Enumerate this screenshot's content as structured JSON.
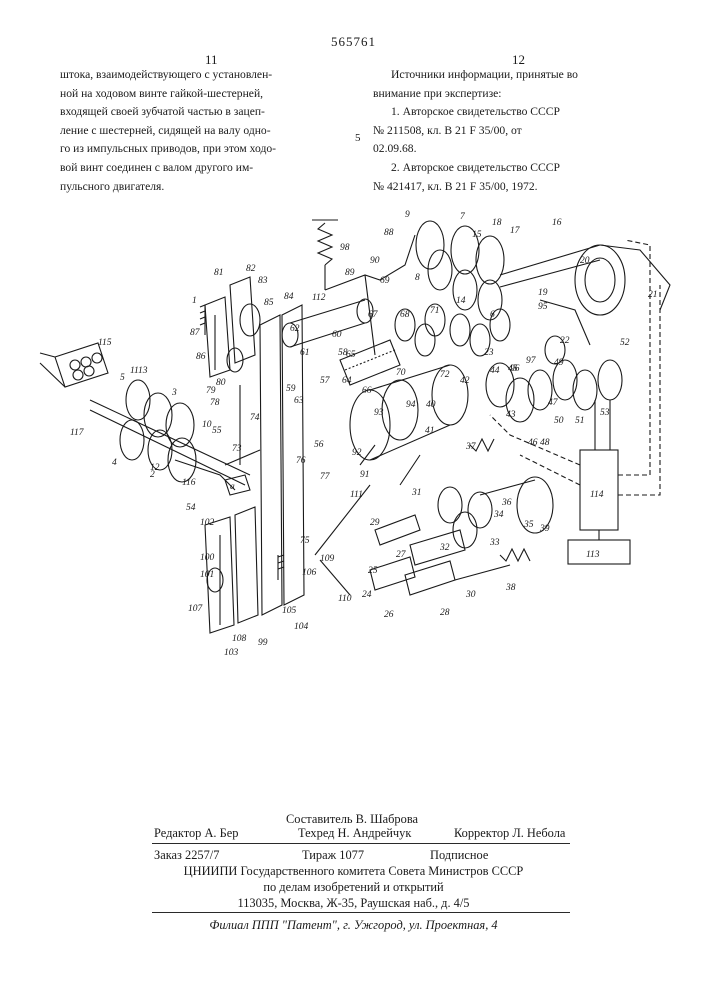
{
  "header": {
    "patent_number": "565761",
    "col_left": "11",
    "col_right": "12"
  },
  "left_text": [
    "штока, взаимодействующего с установлен-",
    "ной на ходовом винте гайкой-шестерней,",
    "входящей своей зубчатой частью в зацеп-",
    "ление с шестерней, сидящей на валу одно-",
    "го из импульсных приводов, при этом ходо-",
    "вой винт соединен с валом другого им-",
    "пульсного двигателя."
  ],
  "right_text": {
    "heading_1": "Источники информации, принятые во",
    "heading_2": "внимание при экспертизе:",
    "ref1_a": "1. Авторское свидетельство СССР",
    "ref1_b": "№ 211508, кл. В 21 F 35/00, от",
    "ref1_c": "02.09.68.",
    "ref2_a": "2. Авторское свидетельство СССР",
    "ref2_b": "№ 421417, кл. В 21 F 35/00, 1972."
  },
  "margin_mark": "5",
  "figure_labels": [
    "1",
    "2",
    "3",
    "4",
    "5",
    "6",
    "7",
    "8",
    "9",
    "10",
    "11",
    "12",
    "13",
    "14",
    "15",
    "16",
    "17",
    "18",
    "19",
    "20",
    "21",
    "22",
    "23",
    "24",
    "25",
    "26",
    "27",
    "28",
    "29",
    "30",
    "31",
    "32",
    "33",
    "34",
    "35",
    "36",
    "37",
    "38",
    "39",
    "40",
    "41",
    "42",
    "43",
    "44",
    "45",
    "46",
    "47",
    "48",
    "49",
    "50",
    "51",
    "52",
    "53",
    "54",
    "55",
    "56",
    "57",
    "58",
    "59",
    "60",
    "61",
    "62",
    "63",
    "64",
    "65",
    "66",
    "67",
    "68",
    "69",
    "70",
    "71",
    "72",
    "73",
    "74",
    "75",
    "76",
    "77",
    "78",
    "79",
    "80",
    "81",
    "82",
    "83",
    "84",
    "85",
    "86",
    "87",
    "88",
    "89",
    "90",
    "91",
    "92",
    "93",
    "94",
    "95",
    "96",
    "97",
    "98",
    "99",
    "100",
    "101",
    "102",
    "103",
    "104",
    "105",
    "106",
    "107",
    "108",
    "109",
    "110",
    "111",
    "112",
    "113",
    "114",
    "115",
    "116",
    "117",
    "a"
  ],
  "footer": {
    "compiler": "Составитель В. Шаброва",
    "editor": "Редактор А. Бер",
    "techred": "Техред Н. Андрейчук",
    "corrector": "Корректор Л. Небола",
    "order": "Заказ 2257/7",
    "print_run": "Тираж 1077",
    "subscription": "Подписное",
    "org": "ЦНИИПИ Государственного комитета Совета Министров СССР",
    "dept": "по делам изобретений и открытий",
    "address": "113035, Москва, Ж-35, Раушская наб., д. 4/5",
    "branch": "Филиал ППП \"Патент\", г. Ужгород, ул. Проектная, 4"
  }
}
